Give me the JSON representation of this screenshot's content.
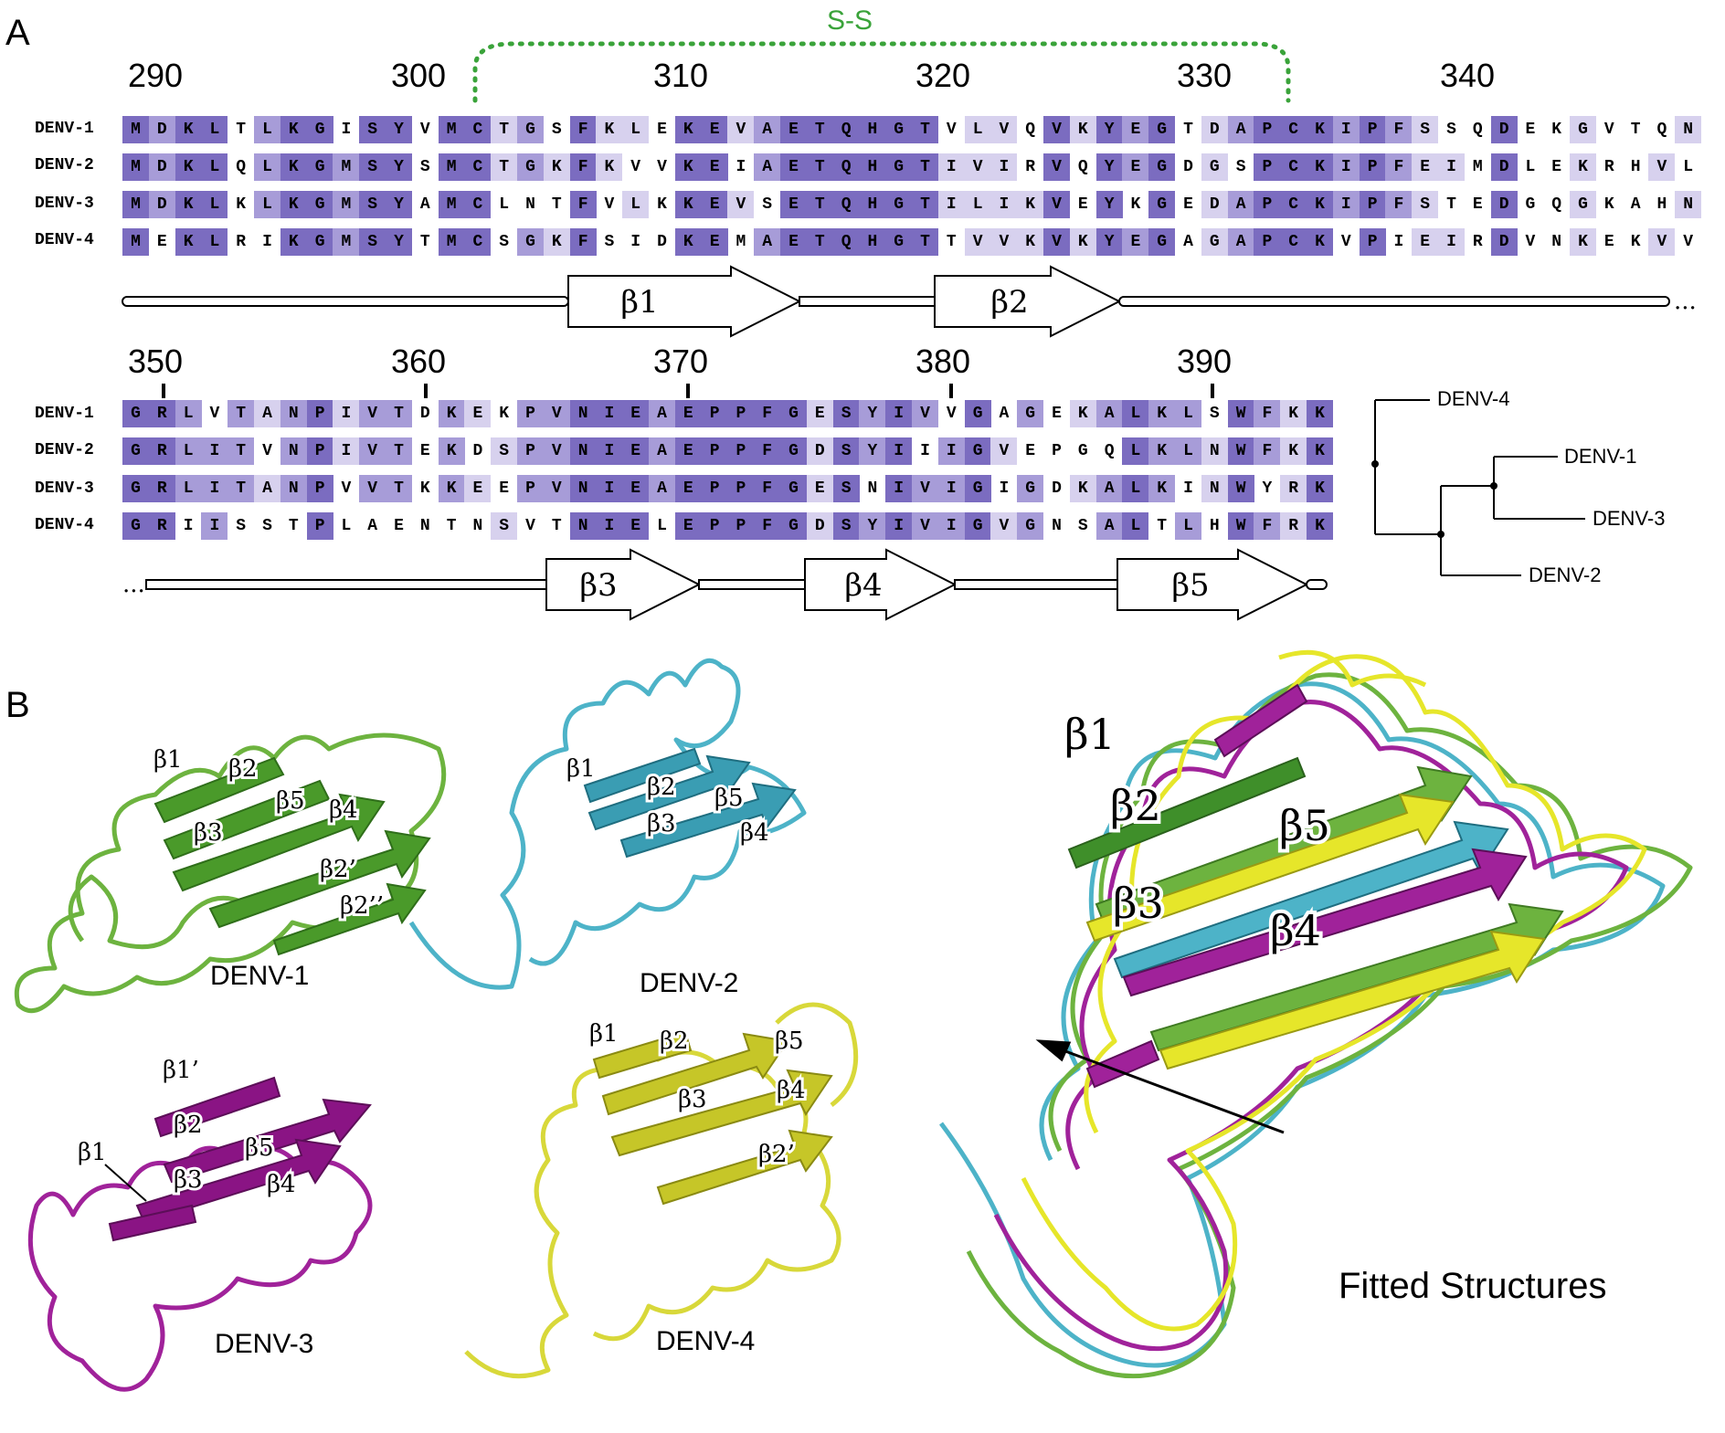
{
  "panel_a": {
    "letter": "A",
    "ss_label": "S-S",
    "block1": {
      "positions": [
        "290",
        "300",
        "310",
        "320",
        "330",
        "340"
      ],
      "names": [
        "DENV-1",
        "DENV-2",
        "DENV-3",
        "DENV-4"
      ],
      "sequences": [
        "MDKLTLKGISYVMCTGSFKLEKEVAETQHGTVLVQVKYEGTDAPCKIPFSSQDEKGVTQN",
        "MDKLQLKGMSYSMCTGKFKVVKEIAETQHGTIVIRVQYEGDGSPCKIPFEIMDLEKRHVL",
        "MDKLKLKGMSYAMCLNTFVLKKEVSETQHGTILIKVEYKGEDAPCKIPFSTEDGQGKAHN",
        "MEKLRIKGMSYTMCSGKFSIDKEMAETQHGTTVVKVKYEGAGAPCKVPIEIRDVNKEKVV"
      ],
      "strands": [
        "β1",
        "β2"
      ],
      "continuation": "..."
    },
    "block2": {
      "positions": [
        "350",
        "360",
        "370",
        "380",
        "390"
      ],
      "names": [
        "DENV-1",
        "DENV-2",
        "DENV-3",
        "DENV-4"
      ],
      "sequences": [
        "GRLVTANPIVTDKEKPVNIEAEPPFGESYIVVGAGEKALKLSWFKK",
        "GRLITVNPIVTEKDSPVNIEAEPPFGDSYIIIGVEPGQLKLNWFKK",
        "GRLITANPVVTKKEEPVNIEAEPPFGESNIVIGIGDKALKINWYRK",
        "GRIISSTPLAENTNSVTNIELEPPFGDSYIVIGVGNSALTLHWFRK"
      ],
      "strands": [
        "β3",
        "β4",
        "β5"
      ],
      "continuation": "..."
    },
    "tree": {
      "leaves": [
        "DENV-4",
        "DENV-1",
        "DENV-3",
        "DENV-2"
      ]
    },
    "colors": {
      "dark": "#7b6cc0",
      "medium": "#a79cd8",
      "light": "#d7d1ee",
      "ss_bond": "#3aa33a"
    }
  },
  "panel_b": {
    "letter": "B",
    "structures": [
      {
        "label": "DENV-1",
        "color": "#6db33f",
        "strand_labels": [
          "β1",
          "β2",
          "β5",
          "β3",
          "β4",
          "β2’",
          "β2’’"
        ]
      },
      {
        "label": "DENV-2",
        "color": "#4db3c8",
        "strand_labels": [
          "β1",
          "β2",
          "β5",
          "β3",
          "β4"
        ]
      },
      {
        "label": "DENV-3",
        "color": "#a0229a",
        "strand_labels": [
          "β1’",
          "β2",
          "β1",
          "β5",
          "β3",
          "β4"
        ]
      },
      {
        "label": "DENV-4",
        "color": "#d8d83a",
        "strand_labels": [
          "β1",
          "β2",
          "β5",
          "β3",
          "β4",
          "β2’"
        ]
      }
    ],
    "fitted": {
      "label": "Fitted Structures",
      "strand_labels": [
        "β1",
        "β2",
        "β5",
        "β3",
        "β4"
      ]
    }
  }
}
